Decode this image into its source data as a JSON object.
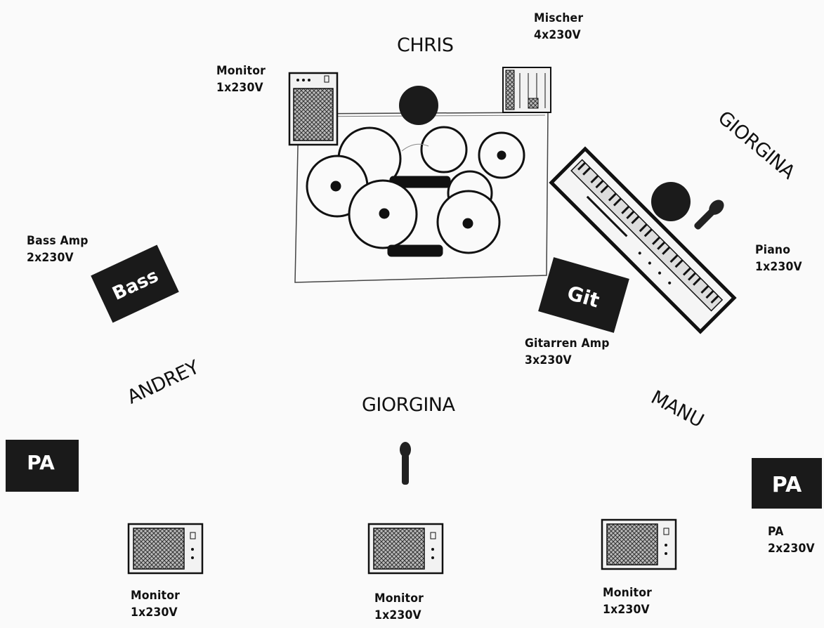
{
  "musicians": {
    "drums": "CHRIS",
    "keys": "GIORGINA",
    "bass": "ANDREY",
    "vocals": "GIORGINA",
    "guitar": "MANU"
  },
  "boxes": {
    "bass": "Bass",
    "guitar": "Git",
    "pa_left": "PA",
    "pa_right": "PA"
  },
  "labels": {
    "monitor_drums": {
      "name": "Monitor",
      "power": "1x230V"
    },
    "mixer": {
      "name": "Mischer",
      "power": "4x230V"
    },
    "bass_amp": {
      "name": "Bass Amp",
      "power": "2x230V"
    },
    "piano": {
      "name": "Piano",
      "power": "1x230V"
    },
    "guitar_amp": {
      "name": "Gitarren Amp",
      "power": "3x230V"
    },
    "pa": {
      "name": "PA",
      "power": "2x230V"
    },
    "monitor_left": {
      "name": "Monitor",
      "power": "1x230V"
    },
    "monitor_center": {
      "name": "Monitor",
      "power": "1x230V"
    },
    "monitor_right": {
      "name": "Monitor",
      "power": "1x230V"
    }
  }
}
